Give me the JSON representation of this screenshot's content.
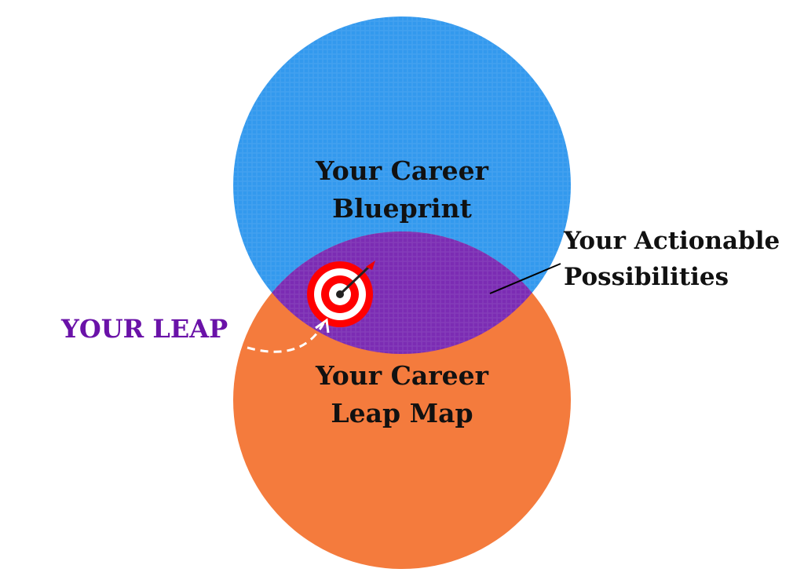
{
  "circles": {
    "top": {
      "line1": "Your Career",
      "line2": "Blueprint",
      "color": "#3399ee"
    },
    "bottom": {
      "line1": "Your Career",
      "line2": "Leap Map",
      "color": "#f47b3d"
    },
    "overlap_color": "#7b2cb3"
  },
  "callout": {
    "line1": "Your Actionable",
    "line2": "Possibilities"
  },
  "leap_label": {
    "text": "YOUR LEAP",
    "color": "#6a12a8"
  },
  "icons": [
    "target-icon",
    "arrow-icon"
  ]
}
